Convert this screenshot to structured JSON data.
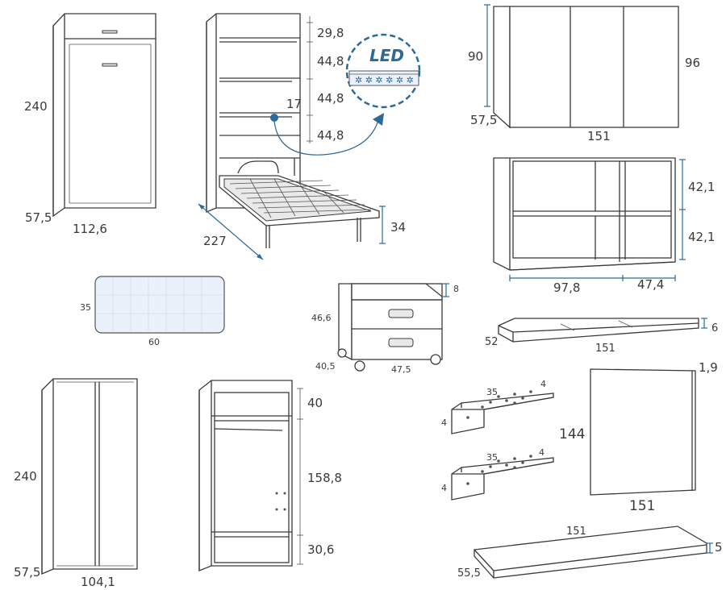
{
  "colors": {
    "line": "#3a3a3a",
    "accent_blue": "#2b6a99",
    "led_panel": "#eaf1fa"
  },
  "bed_cabinet_closed": {
    "height": "240",
    "depth": "57,5",
    "width": "112,6"
  },
  "bed_cabinet_open": {
    "shelf_top": "29,8",
    "shelf_1": "44,8",
    "shelf_2": "44,8",
    "shelf_3": "44,8",
    "shelf_depth": "17",
    "length": "227",
    "bed_height": "34",
    "led_label": "LED"
  },
  "wall_cabinet": {
    "height": "90",
    "depth": "57,5",
    "total_height": "96",
    "width": "151"
  },
  "open_shelf": {
    "row_top": "42,1",
    "row_bottom": "42,1",
    "width_left": "97,8",
    "width_right": "47,4"
  },
  "led_panel": {
    "height": "35",
    "width": "60"
  },
  "nightstand": {
    "height": "46,6",
    "depth": "40,5",
    "width": "47,5",
    "top_height": "8"
  },
  "tray": {
    "depth": "52",
    "width": "151",
    "height": "6"
  },
  "wardrobe_closed": {
    "height": "240",
    "depth": "57,5",
    "width": "104,1"
  },
  "wardrobe_open": {
    "top": "40",
    "middle": "158,8",
    "bottom": "30,6"
  },
  "brackets": [
    {
      "length": "35",
      "side": "4",
      "depth": "4"
    },
    {
      "length": "35",
      "side": "4",
      "depth": "4"
    }
  ],
  "mirror": {
    "height": "144",
    "width": "151",
    "thickness": "1,9"
  },
  "desk_top": {
    "width": "151",
    "depth": "55,5",
    "thickness": "5"
  }
}
